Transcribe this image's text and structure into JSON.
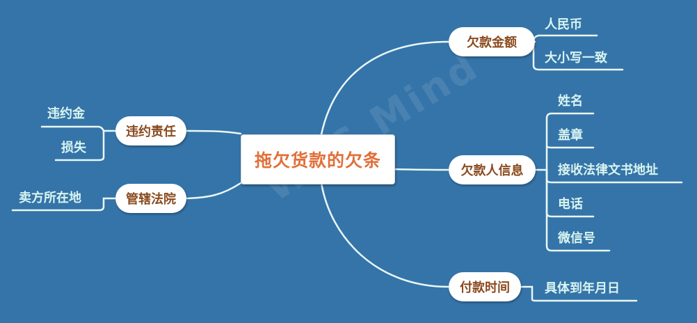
{
  "colors": {
    "background": "#3574a9",
    "central_text": "#e0703a",
    "branch_text": "#8a4a1e",
    "leaf_text": "#d9f5f0",
    "line": "#e8f8f6"
  },
  "watermark": "WPS Mind",
  "central": {
    "label": "拖欠货款的欠条"
  },
  "branches": {
    "amount": {
      "label": "欠款金额",
      "children": [
        "人民币",
        "大小写一致"
      ]
    },
    "debtor": {
      "label": "欠款人信息",
      "children": [
        "姓名",
        "盖章",
        "接收法律文书地址",
        "电话",
        "微信号"
      ]
    },
    "payment_time": {
      "label": "付款时间",
      "children": [
        "具体到年月日"
      ]
    },
    "liability": {
      "label": "违约责任",
      "children": [
        "违约金",
        "损失"
      ]
    },
    "court": {
      "label": "管辖法院",
      "children": [
        "卖方所在地"
      ]
    }
  }
}
